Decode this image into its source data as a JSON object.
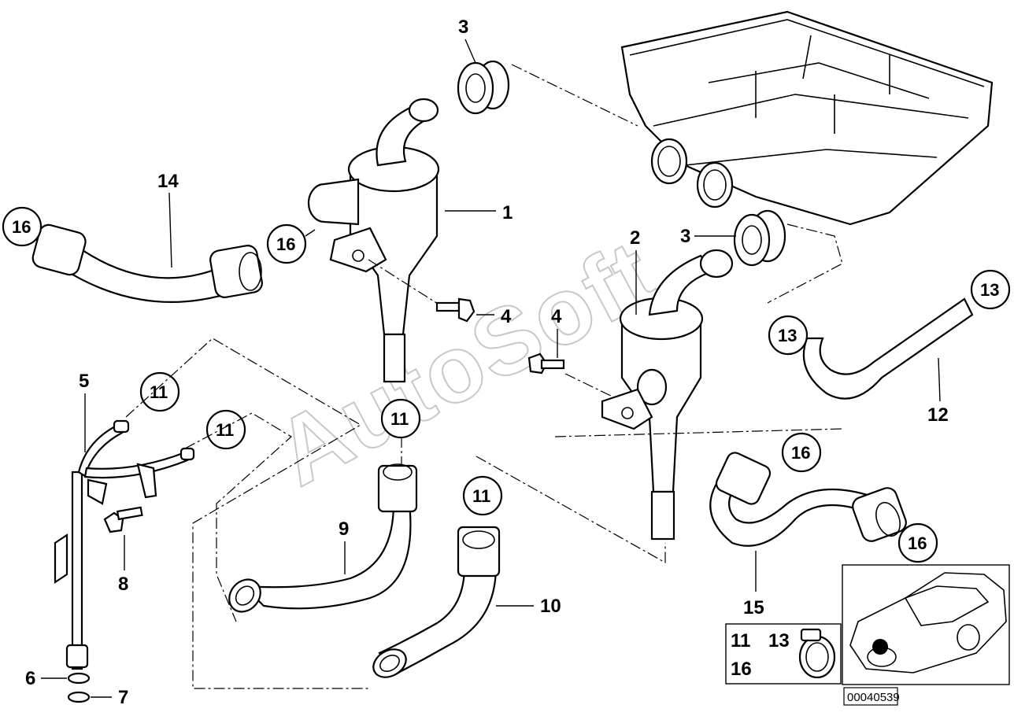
{
  "callouts": {
    "p1": "1",
    "p2": "2",
    "p3a": "3",
    "p3b": "3",
    "p4a": "4",
    "p4b": "4",
    "p5": "5",
    "p6": "6",
    "p7": "7",
    "p8": "8",
    "p9": "9",
    "p10": "10",
    "p12": "12",
    "p14": "14",
    "p15": "15"
  },
  "circled_callouts": {
    "c16_left": "16",
    "c16_mid": "16",
    "c16_upper_right": "16",
    "c16_lower_right": "16",
    "c13_left": "13",
    "c13_right": "13",
    "c11_a": "11",
    "c11_b": "11",
    "c11_c": "11",
    "c11_d": "11"
  },
  "legend_box": {
    "line1_a": "11",
    "line1_b": "13",
    "line2": "16"
  },
  "reference_number": "00040539",
  "watermark": "AutoSoft"
}
